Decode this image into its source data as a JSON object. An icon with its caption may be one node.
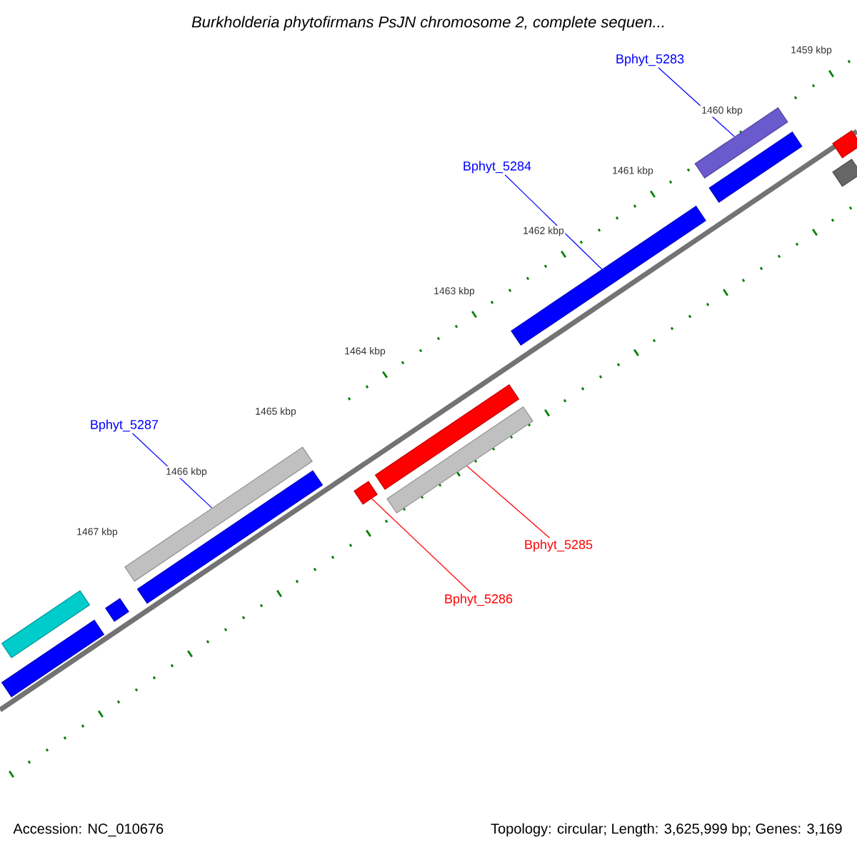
{
  "diagram": {
    "title": "*Burkholderia phytofirmans* PsJN chromosome 2, complete sequen...",
    "nodes": [
      {
        "text": [
          "Bphyt_5283"
        ]
      },
      {
        "text": [
          "Bphyt_5284"
        ]
      },
      {
        "text": [
          "Bphyt_5287"
        ]
      },
      {
        "text": [
          "Bphyt_5285"
        ]
      },
      {
        "text": [
          "Bphyt_5286"
        ]
      },
      {
        "text": [],
        "shape": "bar"
      },
      {
        "text": [],
        "shape": "bar"
      },
      {
        "text": [],
        "shape": "bar"
      },
      {
        "text": [],
        "shape": "bar"
      },
      {
        "text": [],
        "shape": "bar"
      },
      {
        "text": [],
        "shape": "bar"
      },
      {
        "text": [],
        "shape": "bar"
      },
      {
        "text": [],
        "shape": "bar"
      },
      {
        "text": [],
        "shape": "bar"
      },
      {
        "text": [],
        "shape": "bar"
      },
      {
        "text": [],
        "shape": "bar"
      },
      {
        "text": [],
        "shape": "bar"
      },
      {
        "text": [],
        "shape": "bar"
      }
    ],
    "edges": [
      {
        "from": 0,
        "to": 5,
        "arrow": "none"
      },
      {
        "from": 1,
        "to": 9,
        "arrow": "none"
      },
      {
        "from": 2,
        "to": 13,
        "arrow": "none"
      },
      {
        "from": 3,
        "to": 11,
        "arrow": "none",
        "color": "#ff0000"
      },
      {
        "from": 4,
        "to": 12,
        "arrow": "none",
        "color": "#ff0000"
      }
    ],
    "labels": [
      "1459 kbp",
      "1460 kbp",
      "1461 kbp",
      "1462 kbp",
      "1463 kbp",
      "1464 kbp",
      "1465 kbp",
      "1466 kbp",
      "1467 kbp",
      "Accession: NC_010676",
      "Topology: circular; Length: 3,625,999 bp; Genes: 3,169"
    ]
  }
}
